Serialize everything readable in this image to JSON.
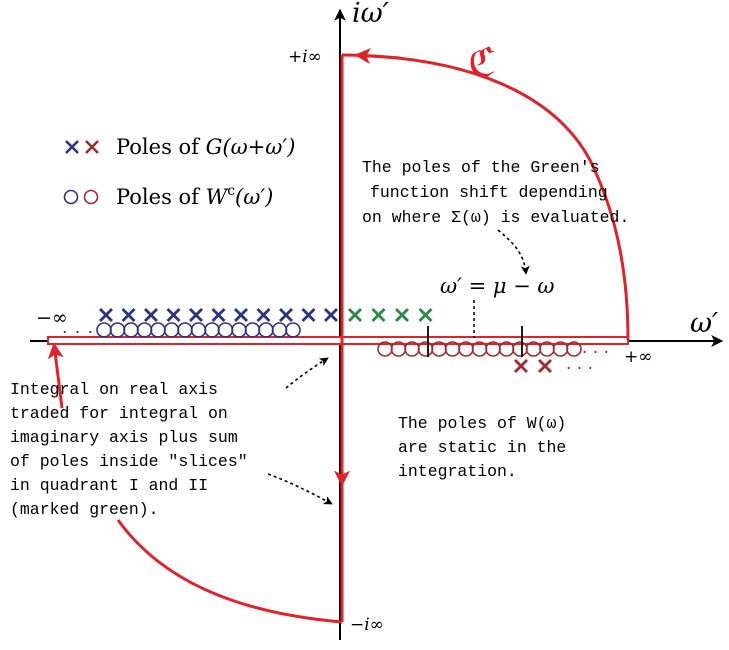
{
  "axes": {
    "imag_label": "iω′",
    "real_label": "ω′",
    "plus_i_inf": "+i∞",
    "minus_i_inf": "−i∞",
    "minus_inf": "−∞",
    "plus_inf": "+∞"
  },
  "contour_label": "ℭ",
  "legend": {
    "cross_marks": "××",
    "circle_marks": "○○",
    "poles_g_prefix": "Poles of ",
    "poles_g_func": "G(ω+ω′)",
    "poles_w_prefix": "Poles of ",
    "poles_w_func": "W",
    "poles_w_sup": "c",
    "poles_w_arg": "(ω′)"
  },
  "annotations": {
    "shift_note": [
      "The poles of the Green's",
      "function shift depending",
      "on where Σ(ω) is evaluated."
    ],
    "mu_label": "ω′ = μ − ω",
    "integral_note": [
      "Integral on real axis",
      "traded for integral on",
      "imaginary axis plus sum",
      "of poles inside \"slices\"",
      "in quadrant I and II",
      "(marked green)."
    ],
    "static_note": [
      "The poles of W(ω)",
      "are static in the",
      "integration."
    ],
    "dots": "· · ·"
  },
  "colors": {
    "contour": "#e0232a",
    "axis": "#000000",
    "navy": "#2e3282",
    "green": "#2a8a43",
    "darkred": "#a12a2e",
    "note_arrow": "#000000"
  }
}
